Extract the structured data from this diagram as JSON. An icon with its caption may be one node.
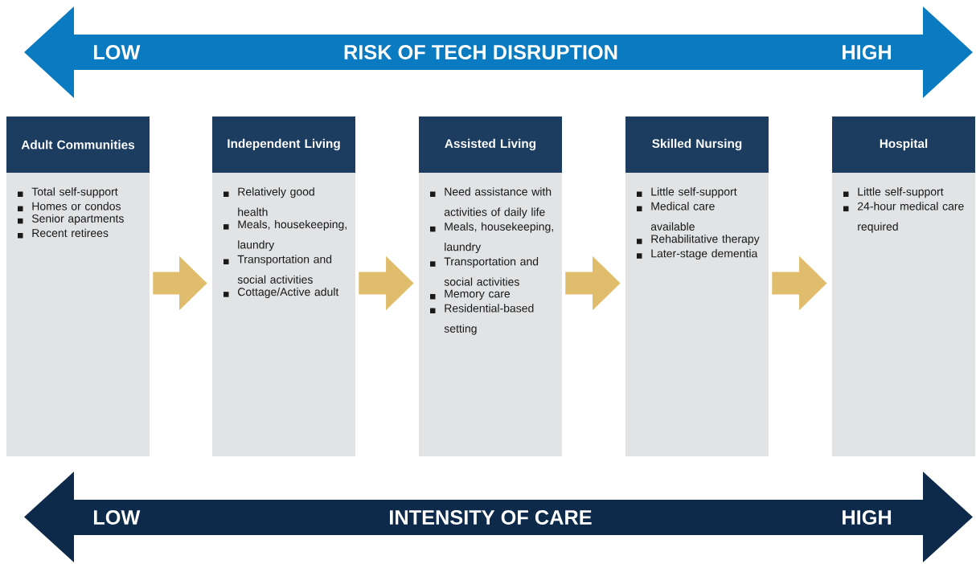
{
  "diagram": {
    "nodes": [
      {
        "text": [
          "Adult Communities",
          "Total self-support",
          "Homes or condos",
          "Senior apartments",
          "Recent retirees"
        ]
      },
      {
        "text": [
          "Independent Living",
          "Relatively good health",
          "Meals, housekeeping, laundry",
          "Transportation and social activities",
          "Cottage/Active adult"
        ]
      },
      {
        "text": [
          "Assisted Living",
          "Need assistance with activities of daily life",
          "Meals, housekeeping, laundry",
          "Transportation and social activities",
          "Memory care",
          "Residential-based setting"
        ]
      },
      {
        "text": [
          "Skilled Nursing",
          "Little self-support",
          "Medical care available",
          "Rehabilitative therapy",
          "Later-stage dementia"
        ]
      },
      {
        "text": [
          "Hospital",
          "Little self-support",
          "24-hour medical care required"
        ]
      }
    ],
    "edges": [
      {
        "from": 0,
        "to": 1,
        "arrow": "to"
      },
      {
        "from": 1,
        "to": 2,
        "arrow": "to"
      },
      {
        "from": 2,
        "to": 3,
        "arrow": "to"
      },
      {
        "from": 3,
        "to": 4,
        "arrow": "to"
      }
    ],
    "labels": [
      "LOW",
      "RISK OF TECH DISRUPTION",
      "HIGH",
      "LOW",
      "INTENSITY OF CARE",
      "HIGH"
    ]
  }
}
